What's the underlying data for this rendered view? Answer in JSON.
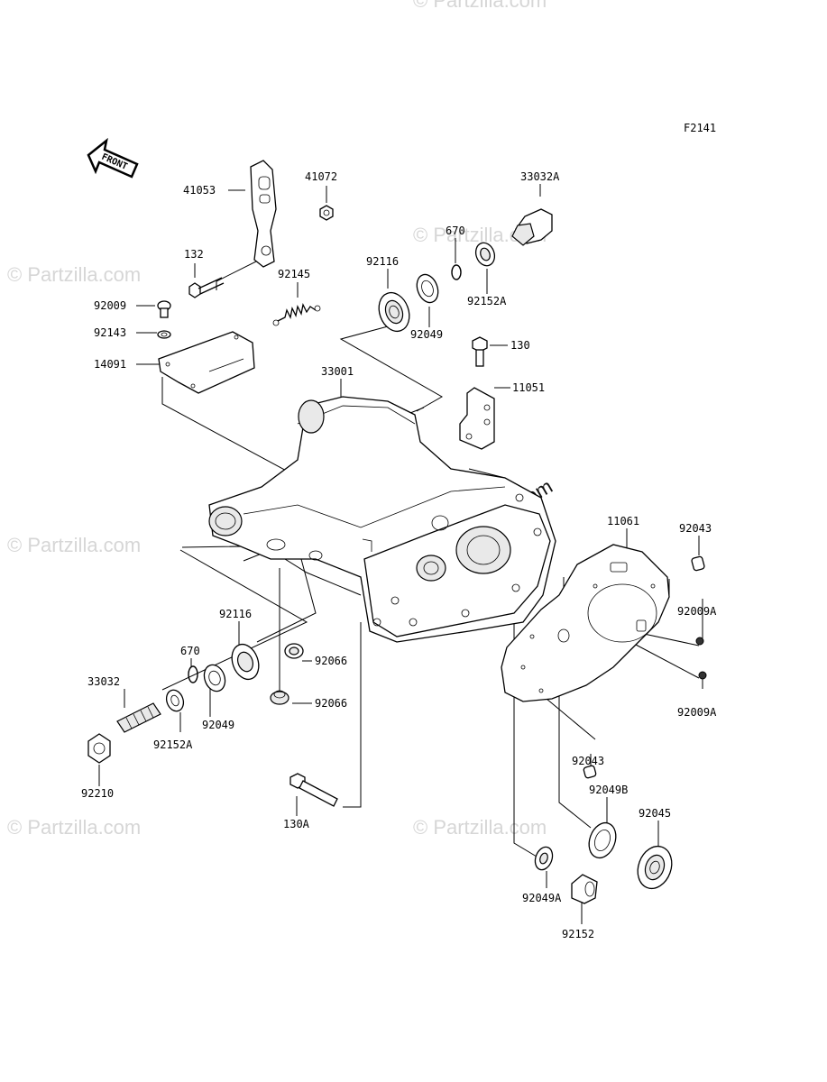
{
  "diagram": {
    "figure_code": "F2141",
    "front_label": "FRONT",
    "watermark": "© Partzilla.com",
    "center_watermark": "© Partzilla.com"
  },
  "parts": [
    {
      "key": "p41053",
      "label": "41053"
    },
    {
      "key": "p41072",
      "label": "41072"
    },
    {
      "key": "p132",
      "label": "132"
    },
    {
      "key": "p92009",
      "label": "92009"
    },
    {
      "key": "p92143",
      "label": "92143"
    },
    {
      "key": "p14091",
      "label": "14091"
    },
    {
      "key": "p92145",
      "label": "92145"
    },
    {
      "key": "p92116a",
      "label": "92116"
    },
    {
      "key": "p670a",
      "label": "670"
    },
    {
      "key": "p33032A",
      "label": "33032A"
    },
    {
      "key": "p92152A_a",
      "label": "92152A"
    },
    {
      "key": "p92049a",
      "label": "92049"
    },
    {
      "key": "p130",
      "label": "130"
    },
    {
      "key": "p33001",
      "label": "33001"
    },
    {
      "key": "p11051",
      "label": "11051"
    },
    {
      "key": "p11061",
      "label": "11061"
    },
    {
      "key": "p92043a",
      "label": "92043"
    },
    {
      "key": "p92009A_a",
      "label": "92009A"
    },
    {
      "key": "p92009A_b",
      "label": "92009A"
    },
    {
      "key": "p92116b",
      "label": "92116"
    },
    {
      "key": "p670b",
      "label": "670"
    },
    {
      "key": "p33032",
      "label": "33032"
    },
    {
      "key": "p92049b",
      "label": "92049"
    },
    {
      "key": "p92152A_b",
      "label": "92152A"
    },
    {
      "key": "p92066a",
      "label": "92066"
    },
    {
      "key": "p92066b",
      "label": "92066"
    },
    {
      "key": "p92210",
      "label": "92210"
    },
    {
      "key": "p130A",
      "label": "130A"
    },
    {
      "key": "p92043b",
      "label": "92043"
    },
    {
      "key": "p92049B",
      "label": "92049B"
    },
    {
      "key": "p92045",
      "label": "92045"
    },
    {
      "key": "p92049A",
      "label": "92049A"
    },
    {
      "key": "p92152",
      "label": "92152"
    }
  ]
}
